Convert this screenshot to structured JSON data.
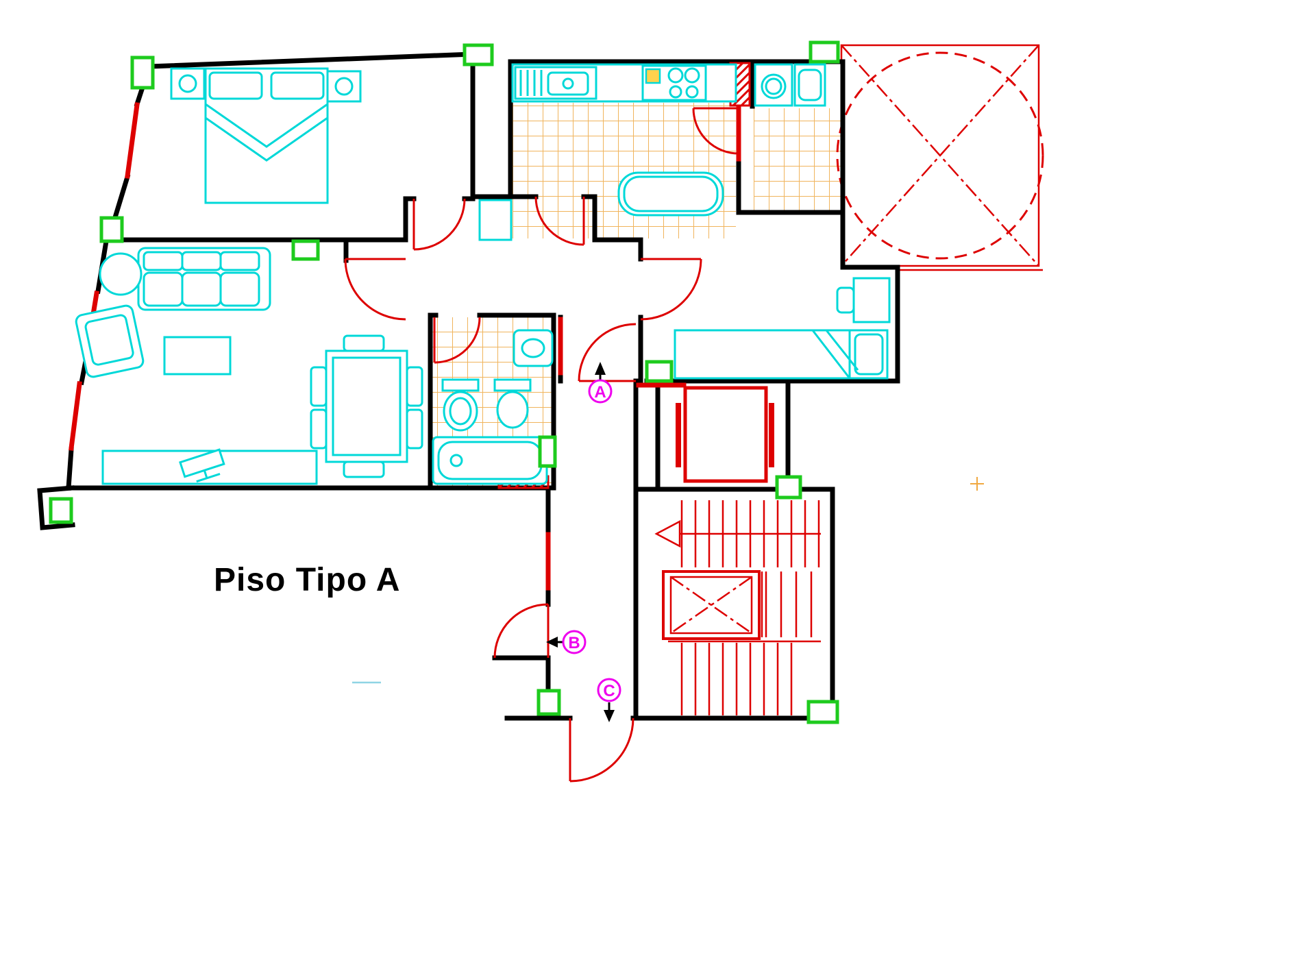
{
  "title": "Piso Tipo A",
  "plan": {
    "points": [
      {
        "label": "A",
        "arrow": "up"
      },
      {
        "label": "B",
        "arrow": "left"
      },
      {
        "label": "C",
        "arrow": "down"
      }
    ]
  },
  "colors": {
    "background": "#ffffff",
    "walls": "#000000",
    "doors_red": "#dd0000",
    "furniture_cyan": "#00d8d8",
    "tile_orange": "#f0b45c",
    "marker_green": "#1ecb1e",
    "label_magenta": "#ee00ee",
    "stove_yellow": "#ffd24d"
  }
}
